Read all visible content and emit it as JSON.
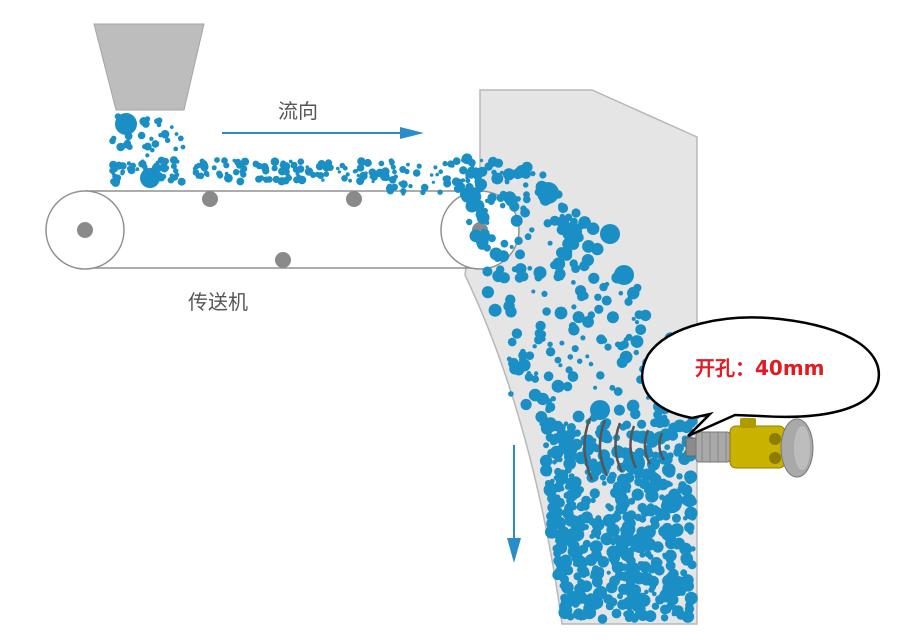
{
  "labels": {
    "flow_direction": "流向",
    "conveyor": "传送机",
    "opening": "开孔：40mm"
  },
  "colors": {
    "particle": "#1a8fc6",
    "chute_fill": "#e5e5e5",
    "chute_stroke": "#b8b8b8",
    "belt_stroke": "#909090",
    "roller_fill": "#8a8a8a",
    "arrow": "#2a8dc8",
    "callout_text": "#e11b22",
    "sensor_body": "#c9b200",
    "sensor_cap": "#a9a9a9"
  },
  "icons": {
    "sensor": "radar-level-sensor-icon",
    "waves": "radar-wave-icon"
  }
}
